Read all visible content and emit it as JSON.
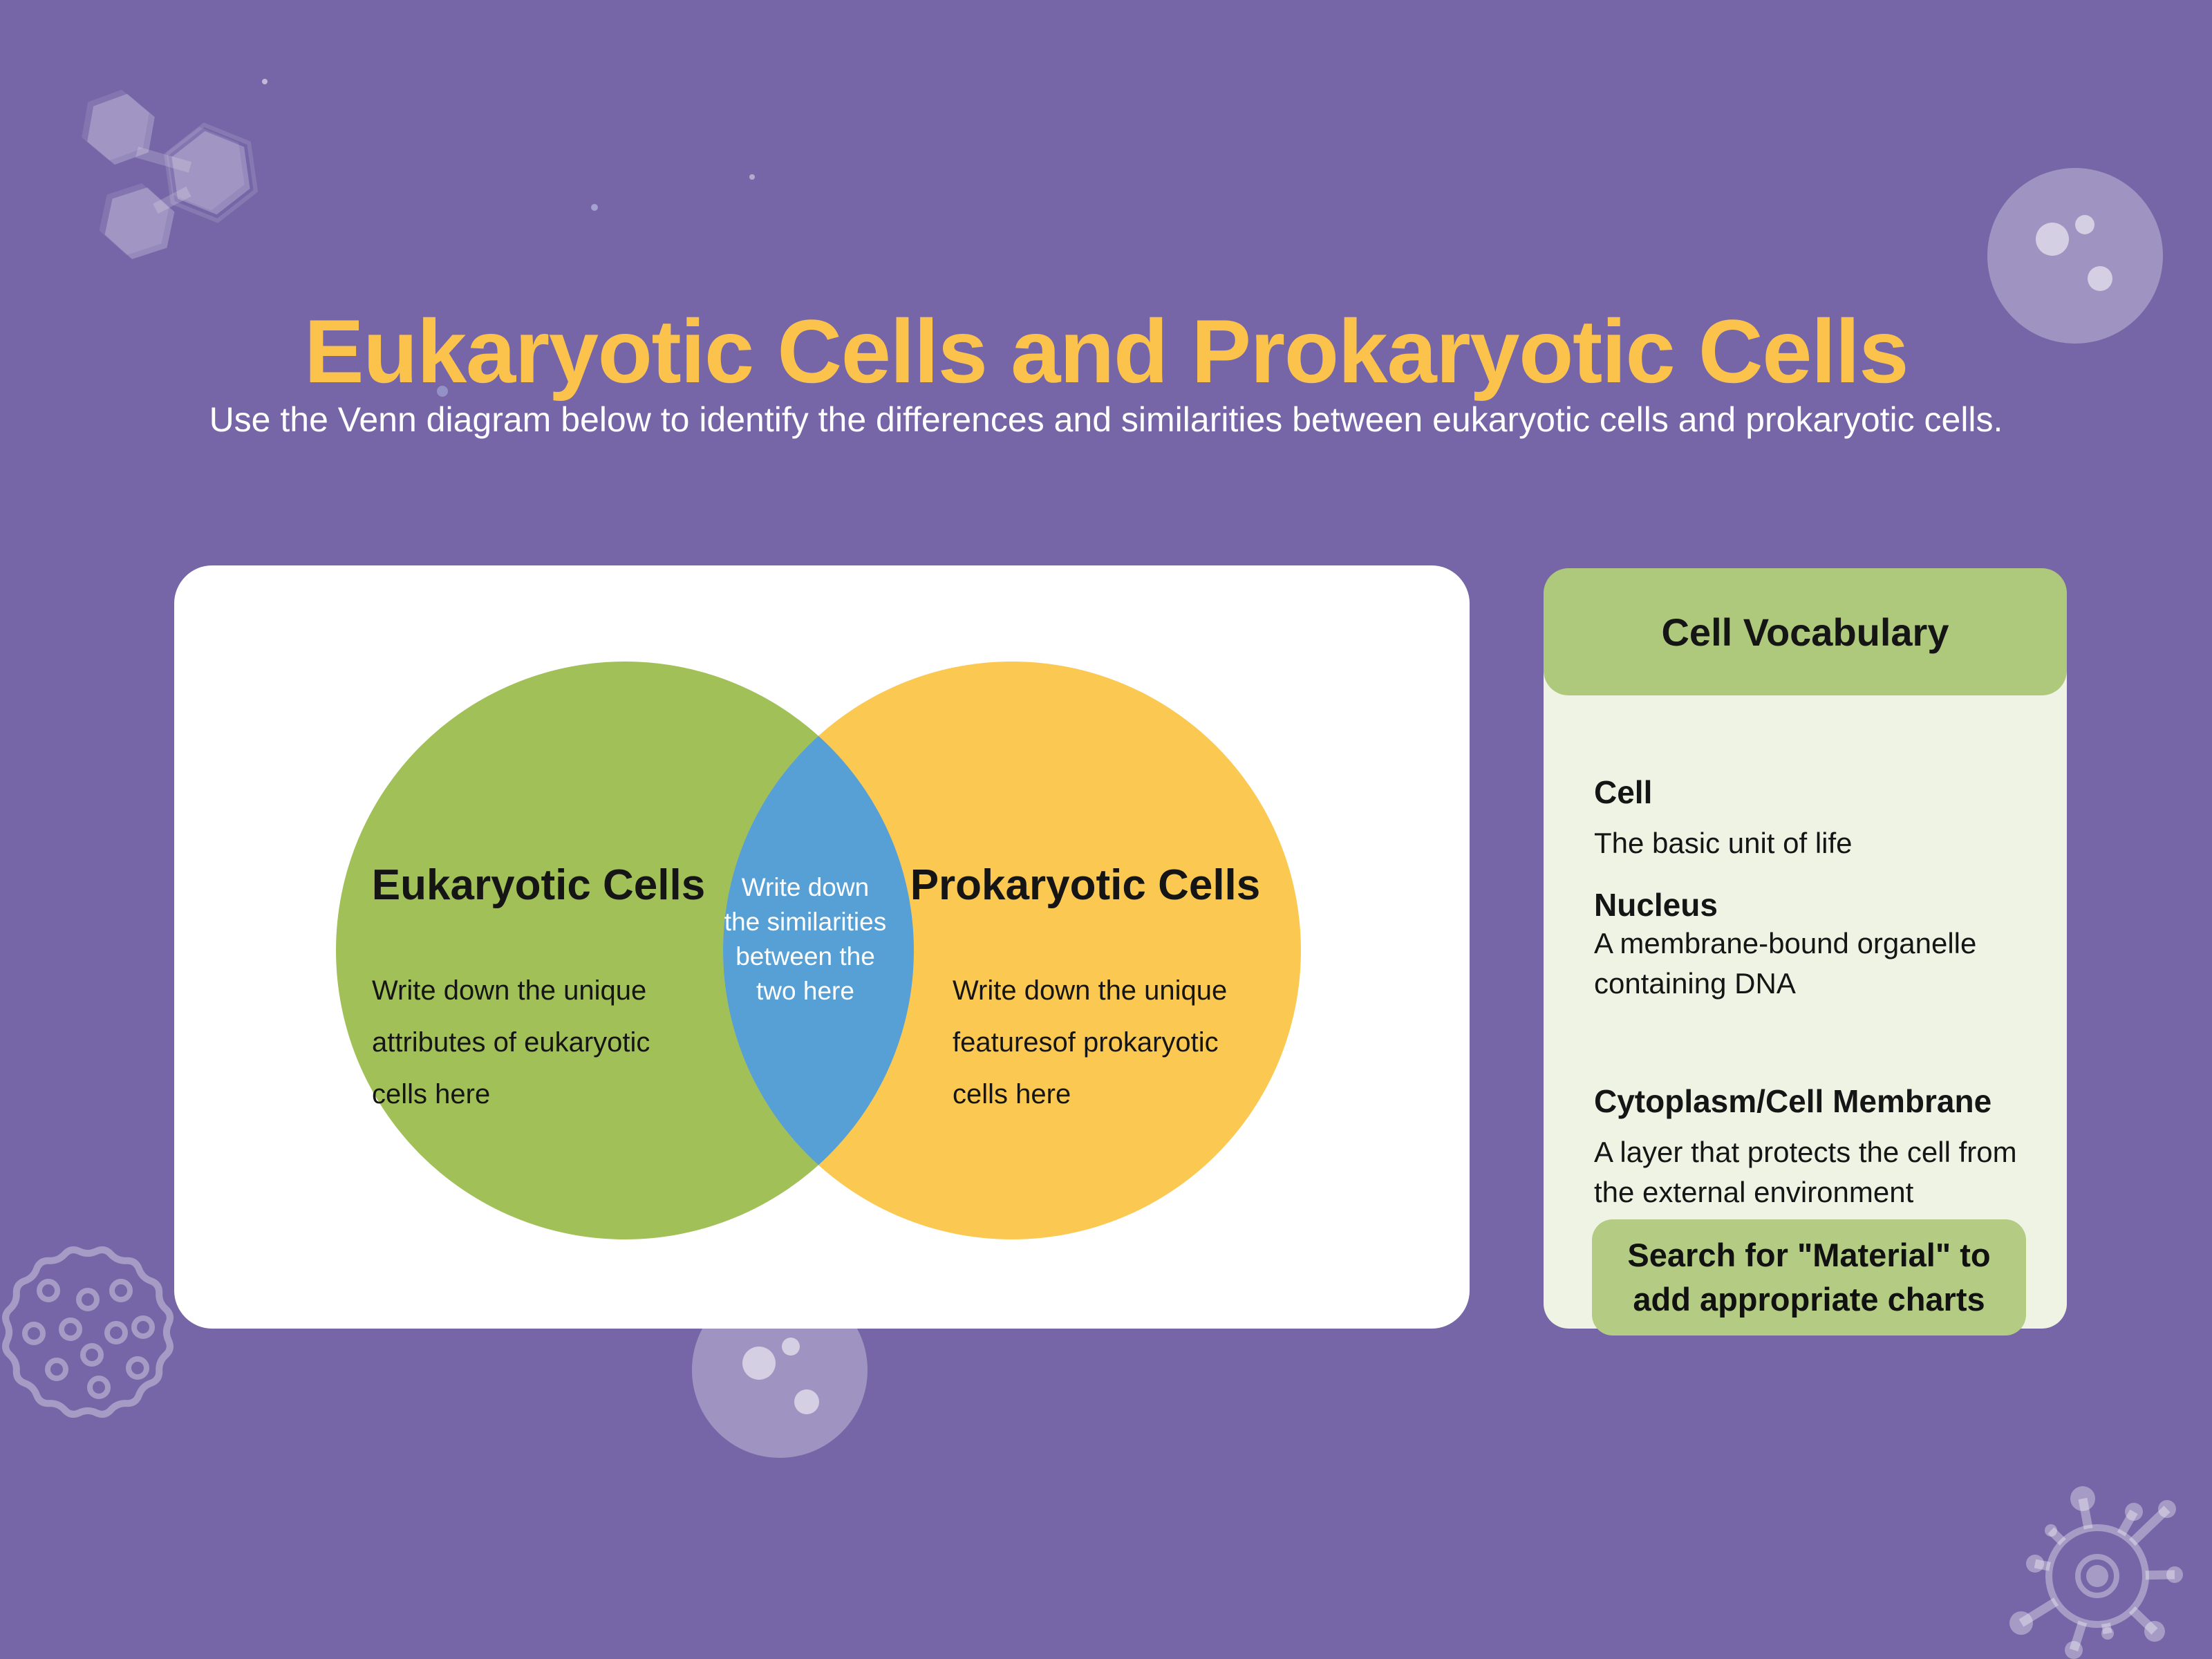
{
  "page": {
    "title": "Eukaryotic Cells and Prokaryotic Cells",
    "subtitle": "Use the Venn diagram below to identify the differences and similarities between eukaryotic cells and prokaryotic cells."
  },
  "venn": {
    "left_circle": {
      "title": "Eukaryotic Cells",
      "placeholder_lines": [
        "Write down the unique",
        "attributes of eukaryotic",
        "cells here"
      ]
    },
    "right_circle": {
      "title": "Prokaryotic Cells",
      "placeholder_lines": [
        "Write down the unique",
        "featuresof prokaryotic",
        "cells here"
      ]
    },
    "overlap": {
      "placeholder_lines": [
        "Write down",
        "the similarities",
        "between the",
        "two here"
      ]
    }
  },
  "vocabulary": {
    "header": "Cell Vocabulary",
    "items": [
      {
        "term": "Cell",
        "definition_lines": [
          "The basic unit of life"
        ]
      },
      {
        "term": "Nucleus",
        "definition_lines": [
          "A membrane-bound organelle",
          "containing DNA"
        ]
      },
      {
        "term": "Cytoplasm/Cell Membrane",
        "definition_lines": [
          "A layer that protects the cell from",
          "the external environment"
        ]
      }
    ],
    "button_lines": [
      "Search for \"Material\" to",
      "add appropriate charts"
    ]
  },
  "colors": {
    "background": "#7666A7",
    "title_text": "#FBC34C",
    "subtitle_text": "#FFFFFF",
    "eukaryotic_circle": "#A1C158",
    "prokaryotic_circle": "#FBC852",
    "overlap_lens": "#57A0D5",
    "card_bg": "#FFFFFF",
    "vocab_header_bg": "#AEC87C",
    "vocab_body_bg": "#EFF3E3",
    "button_bg": "#B3CB82",
    "dark_text": "#151515"
  }
}
